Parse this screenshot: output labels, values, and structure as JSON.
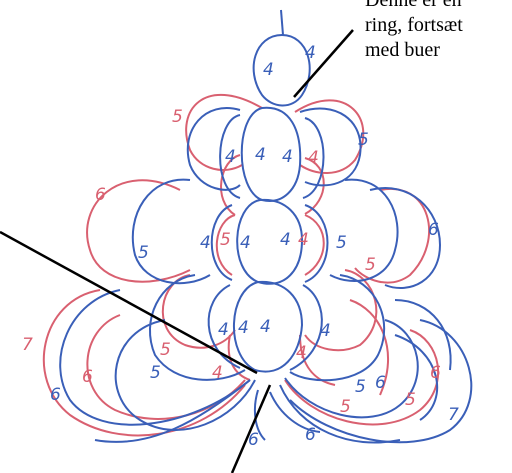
{
  "annotation": {
    "lines": [
      "Denne er en",
      "ring, fortsæt",
      "med buer"
    ]
  },
  "numbers": {
    "red": [
      "5",
      "4",
      "6",
      "5",
      "4",
      "5",
      "4",
      "5",
      "7",
      "6",
      "5",
      "4",
      "5",
      "6"
    ],
    "blue": [
      "4",
      "4",
      "4",
      "4",
      "4",
      "5",
      "4",
      "4",
      "4",
      "5",
      "5",
      "4",
      "4",
      "4",
      "4",
      "5",
      "6",
      "5",
      "6",
      "6",
      "6",
      "7",
      "6"
    ]
  },
  "colors": {
    "red": "#d96070",
    "blue": "#3a5fb8",
    "ink": "#000000"
  }
}
